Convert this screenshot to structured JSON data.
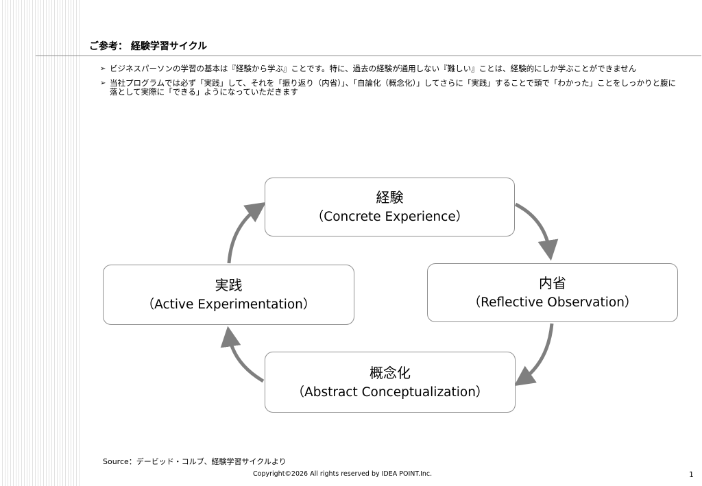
{
  "slide": {
    "title": "ご参考： 経験学習サイクル",
    "bullets": [
      "ビジネスパーソンの学習の基本は『経験から学ぶ』ことです。特に、過去の経験が通用しない『難しい』ことは、経験的にしか学ぶことができません",
      "当社プログラムでは必ず「実践」して、それを「振り返り（内省）」、「自論化（概念化）」してさらに「実践」することで頭で「わかった」ことをしっかりと腹に落として実際に「できる」ようになっていただきます"
    ],
    "bullet_marker": "➢"
  },
  "cycle": {
    "top": {
      "jp": "経験",
      "en": "（Concrete Experience）"
    },
    "right": {
      "jp": "内省",
      "en": "（Reflective Observation）"
    },
    "bottom": {
      "jp": "概念化",
      "en": "（Abstract Conceptualization）"
    },
    "left": {
      "jp": "実践",
      "en": "（Active Experimentation）"
    },
    "arrow_color": "#7f7f7f",
    "border_color": "#8f8f8f"
  },
  "footer": {
    "source": "Source：デービッド・コルブ、経験学習サイクルより",
    "copyright": "Copyright©2026 All rights reserved by  IDEA POINT.Inc.",
    "page_number": "1"
  }
}
